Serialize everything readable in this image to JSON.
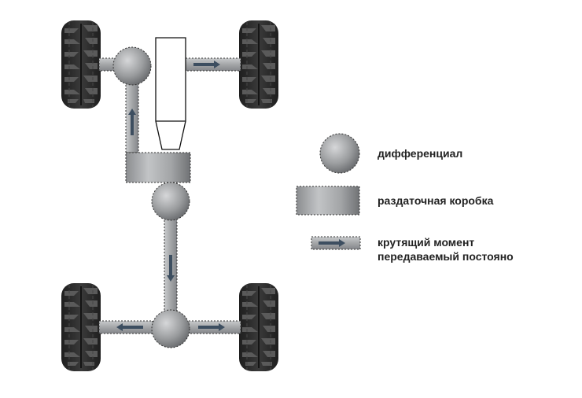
{
  "legend": {
    "differential": "дифференциал",
    "transfer_case": "раздаточная коробка",
    "torque_line1": "крутящий момент",
    "torque_line2": "передаваемый постояно"
  },
  "colors": {
    "component_light": "#c4c6c8",
    "component_mid": "#98999b",
    "component_dark": "#6d6f71",
    "arrow": "#3d4e60",
    "tire": "#2b2b2b",
    "tread": "#555555"
  },
  "icons": {
    "wheel": "tire-icon",
    "differential": "circle-sphere-icon",
    "transfer_case": "box-icon",
    "torque": "arrow-right-icon"
  }
}
